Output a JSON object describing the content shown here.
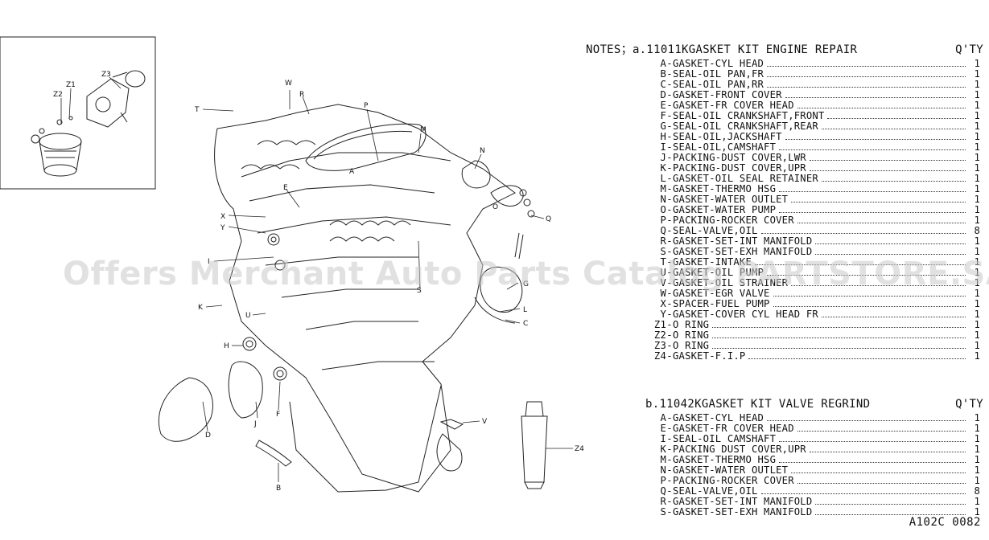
{
  "notes": {
    "header_left": "NOTES；a.11011KGASKET KIT ENGINE REPAIR",
    "header_right": "Q'TY",
    "kit_a": [
      {
        "code": "A",
        "desc": "GASKET-CYL HEAD",
        "qty": "1"
      },
      {
        "code": "B",
        "desc": "SEAL-OIL PAN,FR",
        "qty": "1"
      },
      {
        "code": "C",
        "desc": "SEAL-OIL PAN,RR",
        "qty": "1"
      },
      {
        "code": "D",
        "desc": "GASKET-FRONT COVER",
        "qty": "1"
      },
      {
        "code": "E",
        "desc": "GASKET-FR COVER HEAD",
        "qty": "1"
      },
      {
        "code": "F",
        "desc": "SEAL-OIL CRANKSHAFT,FRONT",
        "qty": "1"
      },
      {
        "code": "G",
        "desc": "SEAL-OIL CRANKSHAFT,REAR",
        "qty": "1"
      },
      {
        "code": "H",
        "desc": "SEAL-OIL,JACKSHAFT",
        "qty": "1"
      },
      {
        "code": "I",
        "desc": "SEAL-OIL,CAMSHAFT",
        "qty": "1"
      },
      {
        "code": "J",
        "desc": "PACKING-DUST COVER,LWR",
        "qty": "1"
      },
      {
        "code": "K",
        "desc": "PACKING-DUST COVER,UPR",
        "qty": "1"
      },
      {
        "code": "L",
        "desc": "GASKET-OIL SEAL RETAINER",
        "qty": "1"
      },
      {
        "code": "M",
        "desc": "GASKET-THERMO HSG",
        "qty": "1"
      },
      {
        "code": "N",
        "desc": "GASKET-WATER OUTLET",
        "qty": "1"
      },
      {
        "code": "O",
        "desc": "GASKET-WATER PUMP",
        "qty": "1"
      },
      {
        "code": "P",
        "desc": "PACKING-ROCKER COVER",
        "qty": "1"
      },
      {
        "code": "Q",
        "desc": "SEAL-VALVE,OIL",
        "qty": "8"
      },
      {
        "code": "R",
        "desc": "GASKET-SET-INT MANIFOLD",
        "qty": "1"
      },
      {
        "code": "S",
        "desc": "GASKET-SET-EXH MANIFOLD",
        "qty": "1"
      },
      {
        "code": "T",
        "desc": "GASKET-INTAKE",
        "qty": "1"
      },
      {
        "code": "U",
        "desc": "GASKET-OIL PUMP",
        "qty": "1"
      },
      {
        "code": "V",
        "desc": "GASKET-OIL STRAINER",
        "qty": "1"
      },
      {
        "code": "W",
        "desc": "GASKET-EGR VALVE",
        "qty": "1"
      },
      {
        "code": "X",
        "desc": "SPACER-FUEL PUMP",
        "qty": "1"
      },
      {
        "code": "Y",
        "desc": "GASKET-COVER CYL HEAD FR",
        "qty": "1"
      },
      {
        "code": "Z1",
        "desc": "O RING",
        "qty": "1"
      },
      {
        "code": "Z2",
        "desc": "O RING",
        "qty": "1"
      },
      {
        "code": "Z3",
        "desc": "O RING",
        "qty": "1"
      },
      {
        "code": "Z4",
        "desc": "GASKET-F.I.P",
        "qty": "1"
      }
    ],
    "header_b_left": "b.11042KGASKET KIT VALVE REGRIND",
    "header_b_right": "Q'TY",
    "kit_b": [
      {
        "code": "A",
        "desc": "GASKET-CYL HEAD",
        "qty": "1"
      },
      {
        "code": "E",
        "desc": "GASKET-FR COVER HEAD",
        "qty": "1"
      },
      {
        "code": "I",
        "desc": "SEAL-OIL CAMSHAFT",
        "qty": "1"
      },
      {
        "code": "K",
        "desc": "PACKING DUST COVER,UPR",
        "qty": "1"
      },
      {
        "code": "M",
        "desc": "GASKET-THERMO HSG",
        "qty": "1"
      },
      {
        "code": "N",
        "desc": "GASKET-WATER OUTLET",
        "qty": "1"
      },
      {
        "code": "P",
        "desc": "PACKING-ROCKER COVER",
        "qty": "1"
      },
      {
        "code": "Q",
        "desc": "SEAL-VALVE,OIL",
        "qty": "8"
      },
      {
        "code": "R",
        "desc": "GASKET-SET-INT MANIFOLD",
        "qty": "1"
      },
      {
        "code": "S",
        "desc": "GASKET-SET-EXH MANIFOLD",
        "qty": "1"
      }
    ]
  },
  "callouts": [
    "W",
    "R",
    "T",
    "P",
    "M",
    "N",
    "E",
    "X",
    "Y",
    "I",
    "K",
    "U",
    "H",
    "F",
    "J",
    "D",
    "B",
    "G",
    "L",
    "C",
    "Q",
    "S",
    "V",
    "Z4",
    "Z1",
    "Z2",
    "Z3",
    "A",
    "O"
  ],
  "watermark": "Offers Merchant Auto Parts Catalog PARTSTORE.SA",
  "diagram_code": "A102C 0082"
}
